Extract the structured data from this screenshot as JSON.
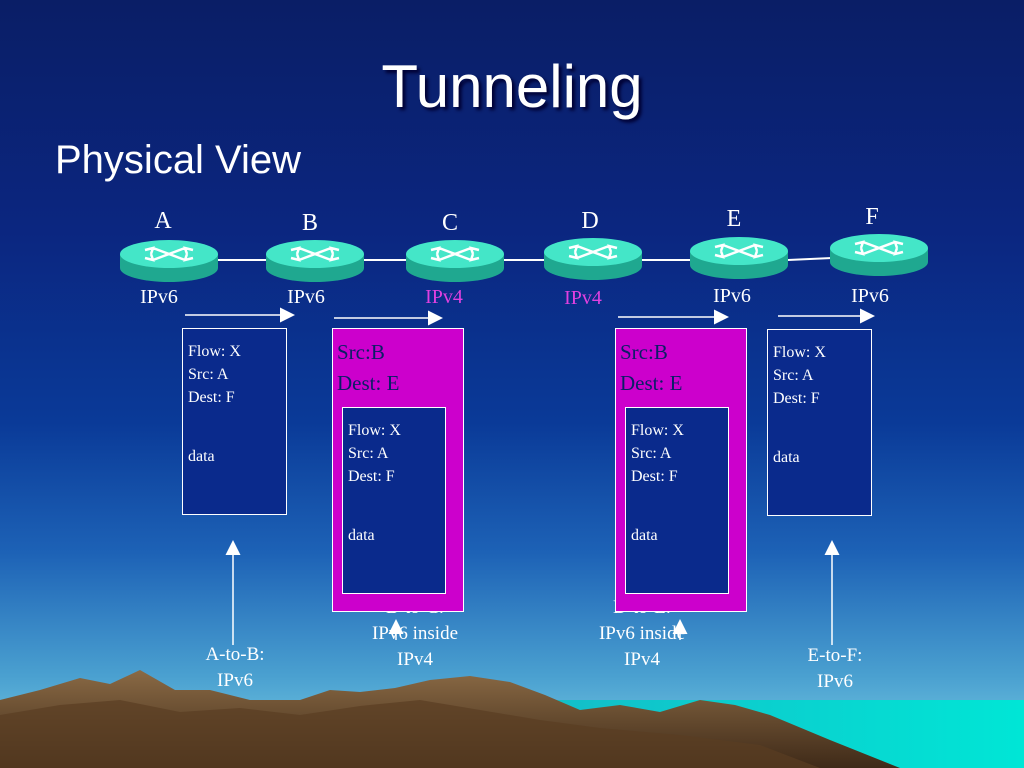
{
  "slide": {
    "title": "Tunneling",
    "subtitle": "Physical View"
  },
  "nodes": [
    {
      "letter": "A",
      "protocol": "IPv6"
    },
    {
      "letter": "B",
      "protocol": "IPv6"
    },
    {
      "letter": "C",
      "protocol": "IPv4"
    },
    {
      "letter": "D",
      "protocol": "IPv4"
    },
    {
      "letter": "E",
      "protocol": "IPv6"
    },
    {
      "letter": "F",
      "protocol": "IPv6"
    }
  ],
  "packets": {
    "inner": {
      "flow": "Flow: X",
      "src": "Src: A",
      "dest": "Dest: F",
      "payload": "data"
    },
    "outer": {
      "src": "Src:B",
      "dest": "Dest: E"
    }
  },
  "captions": {
    "a_to_b": {
      "line1": "A-to-B:",
      "line2": "IPv6"
    },
    "b_to_c": {
      "line1": "B-to-C:",
      "line2": "IPv6 inside",
      "line3": "IPv4"
    },
    "d_to_e": {
      "line1": "D-to-E:",
      "line2": "IPv6 inside",
      "line3": "IPv4"
    },
    "e_to_f": {
      "line1": "E-to-F:",
      "line2": "IPv6"
    }
  },
  "colors": {
    "router": "#40e0c0",
    "tunnel_box": "#cc00cc",
    "ipv4_label": "#e040e0",
    "background_top": "#0a1e66"
  },
  "icons": [
    "router-icon",
    "arrow-right-icon",
    "arrow-up-icon"
  ]
}
